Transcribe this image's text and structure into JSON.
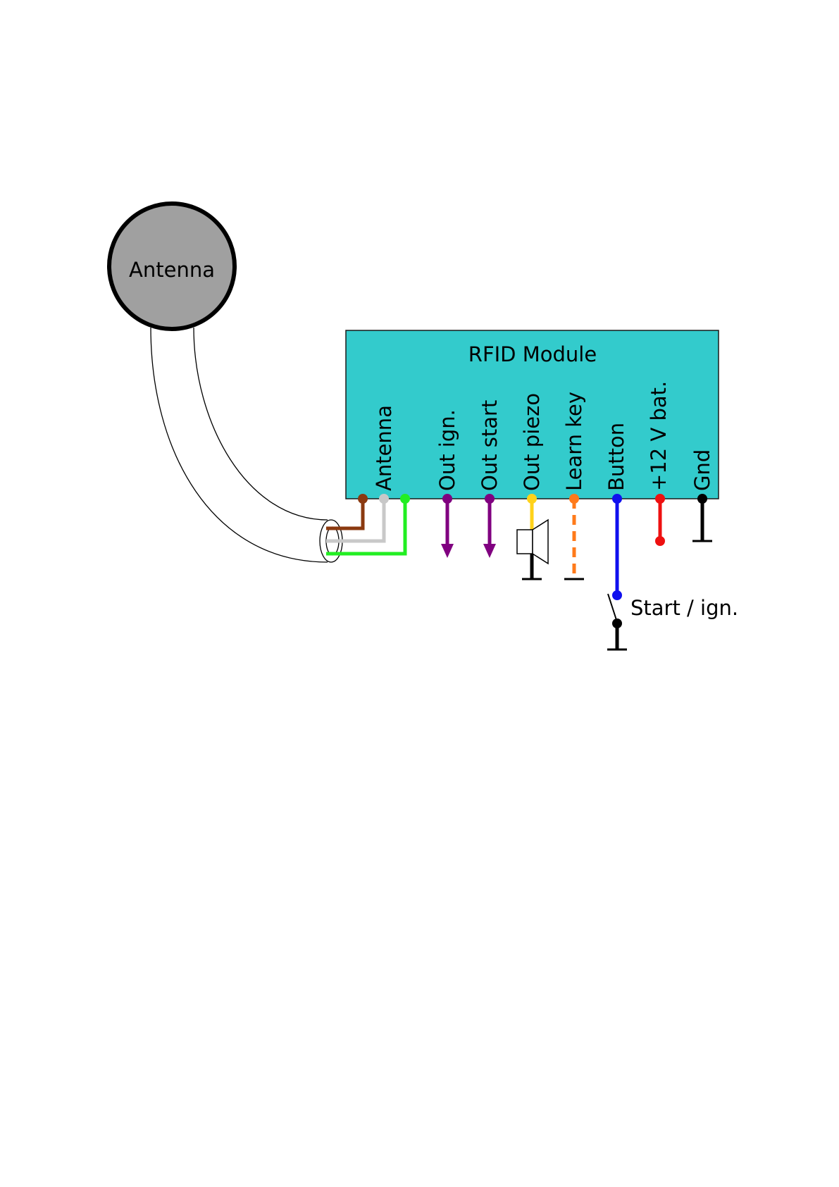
{
  "antenna": {
    "label": "Antenna",
    "fill": "#a0a0a0",
    "wires": {
      "brown": "#8b3a10",
      "grey": "#c8c8c8",
      "green": "#22ee22"
    }
  },
  "module": {
    "title": "RFID Module",
    "fill": "#33cbcc",
    "pins": [
      {
        "label": "Antenna",
        "color": "#8b3a10"
      },
      {
        "label": "Out ign.",
        "color": "#800080"
      },
      {
        "label": "Out start",
        "color": "#800080"
      },
      {
        "label": "Out piezo",
        "color": "#ffd21a"
      },
      {
        "label": "Learn key",
        "color": "#ff7a1a"
      },
      {
        "label": "Button",
        "color": "#1010ee"
      },
      {
        "label": "+12 V bat.",
        "color": "#ee1010"
      },
      {
        "label": "Gnd",
        "color": "#000000"
      }
    ]
  },
  "switch": {
    "label": "Start / ign."
  }
}
